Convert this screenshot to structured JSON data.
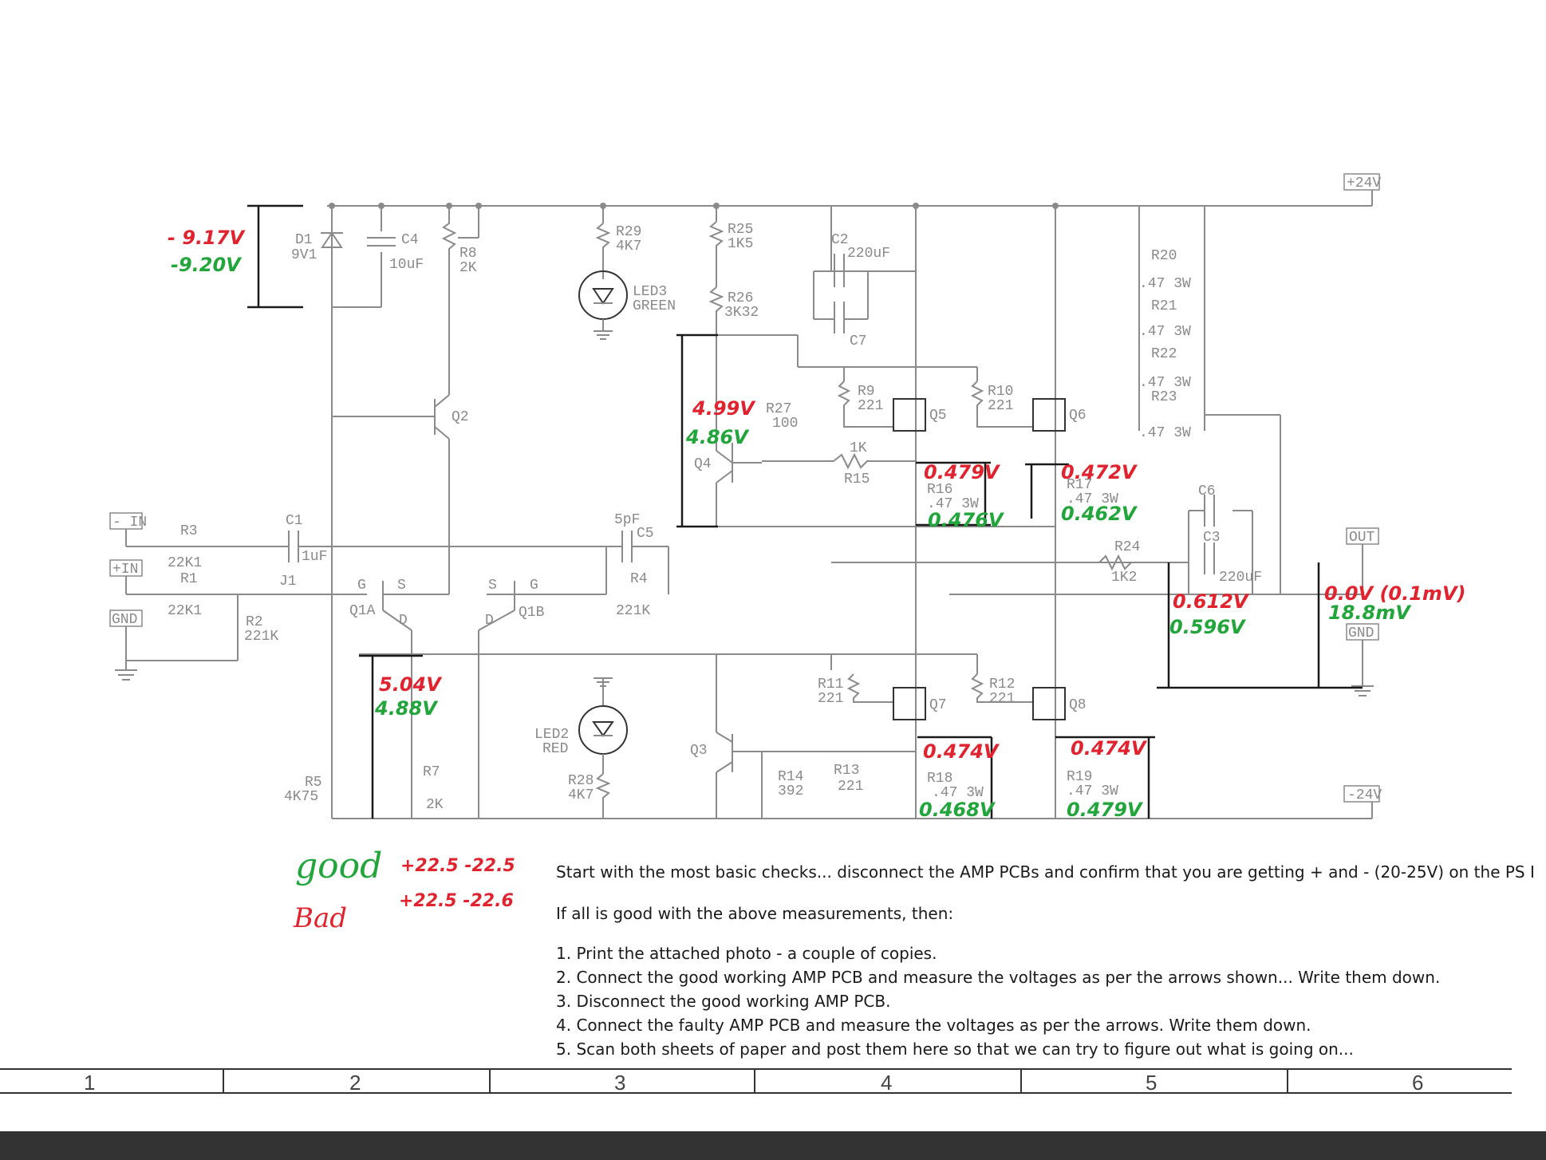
{
  "rails": {
    "pos": "+24V",
    "neg": "-24V",
    "out": "OUT",
    "gnd": "GND",
    "gnd2": "GND"
  },
  "inputs": {
    "in_neg": "- IN",
    "in_pos": "+IN"
  },
  "components": {
    "D1": "D1",
    "D1v": "9V1",
    "C4": "C4",
    "C4v": "10uF",
    "R8": "R8",
    "R8v": "2K",
    "R29": "R29",
    "R29v": "4K7",
    "LED3": "LED3",
    "LED3c": "GREEN",
    "R25": "R25",
    "R25v": "1K5",
    "R26": "R26",
    "R26v": "3K32",
    "C2": "C2",
    "C2v": "220uF",
    "C7": "C7",
    "R20": "R20",
    "R21": "R21",
    "R22": "R22",
    "R23": "R23",
    "Rp": ".47 3W",
    "Q2": "Q2",
    "R27": "R27",
    "R27v": "100",
    "Q4": "Q4",
    "R9": "R9",
    "R9v": "221",
    "Q5": "Q5",
    "R10": "R10",
    "R10v": "221",
    "Q6": "Q6",
    "R15v": "1K",
    "R15": "R15",
    "R16": "R16",
    "R16v": ".47 3W",
    "R17": "R17",
    "R17v": ".47 3W",
    "C6": "C6",
    "C3": "C3",
    "C3v": "220uF",
    "R24": "R24",
    "R24v": "1K2",
    "R3": "R3",
    "R3v": "22K1",
    "R1": "R1",
    "R1v": "22K1",
    "R2": "R2",
    "R2v": "221K",
    "C1": "C1",
    "C1v": "1uF",
    "J1": "J1",
    "Q1A": "Q1A",
    "Q1B": "Q1B",
    "G": "G",
    "S": "S",
    "D": "D",
    "C5": "C5",
    "C5v": "5pF",
    "R4": "R4",
    "R4v": "221K",
    "R11": "R11",
    "R11v": "221",
    "Q7": "Q7",
    "R12": "R12",
    "R12v": "221",
    "Q8": "Q8",
    "LED2": "LED2",
    "LED2c": "RED",
    "Q3": "Q3",
    "R28": "R28",
    "R28v": "4K7",
    "R14": "R14",
    "R14v": "392",
    "R13": "R13",
    "R13v": "221",
    "R18": "R18",
    "R18v": ".47 3W",
    "R19": "R19",
    "R19v": ".47 3W",
    "R5": "R5",
    "R5v": "4K75",
    "R7": "R7",
    "R7v": "2K"
  },
  "measurements": {
    "d1_red": "- 9.17V",
    "d1_green": "-9.20V",
    "q4_red": "4.99V",
    "q4_green": "4.86V",
    "r16_red": "0.479V",
    "r16_green": "0.476V",
    "r17_red": "0.472V",
    "r17_green": "0.462V",
    "c3_red": "0.612V",
    "c3_green": "0.596V",
    "out_red": "0.0V (0.1mV)",
    "out_green": "18.8mV",
    "r7_red": "5.04V",
    "r7_green": "4.88V",
    "r18_red": "0.474V",
    "r18_green": "0.468V",
    "r19_red": "0.474V",
    "r19_green": "0.479V"
  },
  "notes": {
    "good_label": "good",
    "good_vals": "+22.5  -22.5",
    "bad_label": "Bad",
    "bad_vals": "+22.5  -22.6"
  },
  "instructions": {
    "intro": "Start with the most basic checks... disconnect the AMP PCBs and confirm that you are getting + and - (20-25V) on the PS I",
    "then": "If all is good with the above measurements, then:",
    "steps": [
      "1. Print the attached photo - a couple of copies.",
      "2. Connect the good working AMP PCB and measure the voltages as per the arrows shown... Write them down.",
      "3. Disconnect the good working AMP PCB.",
      "4. Connect the faulty AMP PCB and measure the voltages as per the arrows. Write them down.",
      "5. Scan both sheets of paper and post them here so that we can try to figure out what is going on..."
    ]
  },
  "grid_cols": [
    "1",
    "2",
    "3",
    "4",
    "5",
    "6"
  ],
  "colors": {
    "measure_good": "#e0242f",
    "measure_faulty": "#22a53a",
    "wire": "#8a8a8a"
  }
}
